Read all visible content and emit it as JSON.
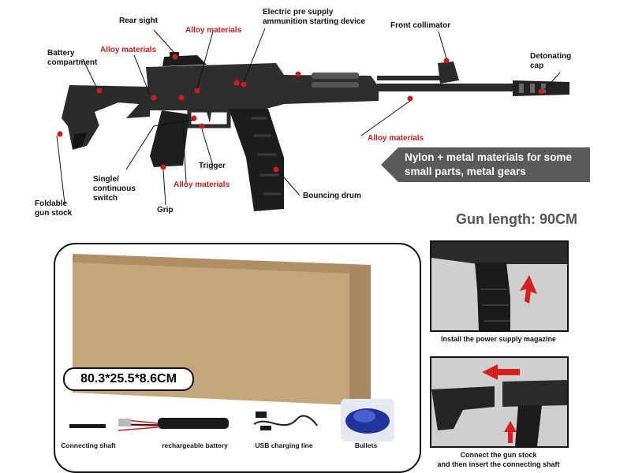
{
  "callouts": {
    "rear_sight": "Rear sight",
    "alloy_1": "Alloy materials",
    "electric_pre_supply": "Electric pre supply\nammunition starting device",
    "front_collimator": "Front collimator",
    "battery_compartment": "Battery\ncompartment",
    "alloy_2": "Alloy materials",
    "detonating_cap": "Detonating\ncap",
    "alloy_3": "Alloy materials",
    "trigger": "Trigger",
    "single_continuous_switch": "Single/\ncontinuous\nswitch",
    "alloy_4": "Alloy materials",
    "bouncing_drum": "Bouncing drum",
    "foldable_gun_stock": "Foldable\ngun stock",
    "grip": "Grip"
  },
  "banner": "Nylon + metal materials for some\nsmall parts, metal gears",
  "gun_length": "Gun length: 90CM",
  "box_dimensions": "80.3*25.5*8.6CM",
  "accessories": [
    {
      "label": "Connecting shaft"
    },
    {
      "label": "rechargeable battery"
    },
    {
      "label": "USB charging line"
    },
    {
      "label": "Bullets"
    }
  ],
  "steps": {
    "install_magazine": "Install the power supply magazine",
    "connect_stock": "Connect the gun stock\nand then insert the connecting shaft"
  },
  "colors": {
    "accent_red": "#c81e1e",
    "banner_grey": "#5a5a5a",
    "box_tan": "#c4a57c"
  }
}
